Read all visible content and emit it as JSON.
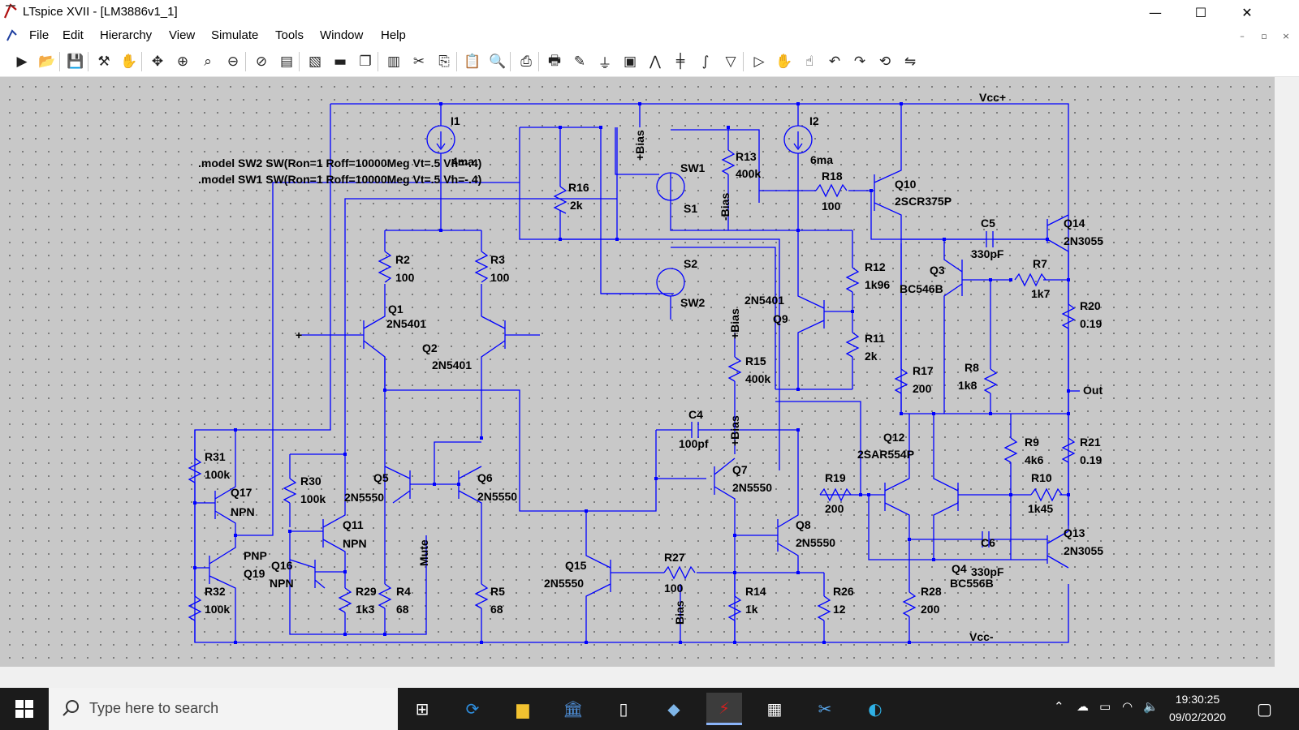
{
  "window": {
    "title": "LTspice XVII - [LM3886v1_1]",
    "minimize_glyph": "—",
    "maximize_glyph": "☐",
    "close_glyph": "✕"
  },
  "menu": {
    "items": [
      "File",
      "Edit",
      "Hierarchy",
      "View",
      "Simulate",
      "Tools",
      "Window",
      "Help"
    ],
    "mdi_minimize": "–",
    "mdi_restore": "▫",
    "mdi_close": "×"
  },
  "toolbar": {
    "icons": [
      "run-icon",
      "open-icon",
      "save-icon",
      "control-panel-icon",
      "halt-icon",
      "pan-icon",
      "zoom-in-icon",
      "zoom-fit-icon",
      "zoom-out-icon",
      "zoom-cancel-icon",
      "autorange-icon",
      "fft-icon",
      "tile-horizontal-icon",
      "cascade-icon",
      "tile-vertical-icon",
      "cut-icon",
      "copy-icon",
      "paste-icon",
      "find-icon",
      "print-preview-icon",
      "print-icon",
      "draw-wire-icon",
      "ground-icon",
      "label-net-icon",
      "resistor-icon",
      "capacitor-icon",
      "inductor-icon",
      "diode-icon",
      "component-icon",
      "move-icon",
      "drag-icon",
      "undo-icon",
      "redo-icon",
      "rotate-icon",
      "mirror-icon",
      "text-icon",
      "spice-directive-icon"
    ]
  },
  "schematic": {
    "directives": [
      ".model SW2 SW(Ron=1 Roff=10000Meg Vt=.5 Vh=-.4)",
      ".model SW1 SW(Ron=1 Roff=10000Meg Vt=.5 Vh=-.4)"
    ],
    "labels": {
      "I1": "I1",
      "I1_val": "4ma",
      "I2": "I2",
      "I2_val": "6ma",
      "R13": "R13",
      "R13_val": "400k",
      "R18": "R18",
      "R18_val": "100",
      "Q10": "Q10",
      "Q10_model": "2SCR375P",
      "Vcc_plus": "Vcc+",
      "SW1": "SW1",
      "S1": "S1",
      "S2": "S2",
      "SW2": "SW2",
      "R16": "R16",
      "R16_val": "2k",
      "plusBias1": "+Bias",
      "minusBias1": "-Bias",
      "Q14": "Q14",
      "Q14_model": "2N3055",
      "C5": "C5",
      "C5_val": "330pF",
      "R2": "R2",
      "R2_val": "100",
      "R3": "R3",
      "R3_val": "100",
      "R12": "R12",
      "R12_val": "1k96",
      "Q3": "Q3",
      "Q3_model": "BC546B",
      "R7": "R7",
      "R7_val": "1k7",
      "Q1": "Q1",
      "Q1_model": "2N5401",
      "Q9_model": "2N5401",
      "Q9": "Q9",
      "R20": "R20",
      "R20_val": "0.19",
      "Q2": "Q2",
      "Q2_model": "2N5401",
      "plusBias2": "+Bias",
      "R11": "R11",
      "R11_val": "2k",
      "R15": "R15",
      "R15_val": "400k",
      "R17": "R17",
      "R17_val": "200",
      "R8": "R8",
      "R8_val": "1k8",
      "Out": "Out",
      "C4": "C4",
      "C4_val": "100pf",
      "plusBias3": "+Bias",
      "Q12": "Q12",
      "Q12_model": "2SAR554P",
      "R9": "R9",
      "R9_val": "4k6",
      "R21": "R21",
      "R21_val": "0.19",
      "R31": "R31",
      "R31_val": "100k",
      "R30": "R30",
      "R30_val": "100k",
      "Q5": "Q5",
      "Q5_model": "2N5550",
      "Q6": "Q6",
      "Q6_model": "2N5550",
      "Q7": "Q7",
      "Q7_model": "2N5550",
      "R19": "R19",
      "R19_val": "200",
      "R10": "R10",
      "R10_val": "1k45",
      "Q17": "Q17",
      "Q17_type": "NPN",
      "Q11": "Q11",
      "Q11_type": "NPN",
      "Q8": "Q8",
      "Q8_model": "2N5550",
      "Q13": "Q13",
      "Q13_model": "2N3055",
      "PNP": "PNP",
      "Q16": "Q16",
      "Q19": "Q19",
      "Q16_type": "NPN",
      "Mute": "Mute",
      "Q15": "Q15",
      "Q15_model": "2N5550",
      "R27": "R27",
      "R27_val": "100",
      "C6": "C6",
      "C6_val": "330pF",
      "Q4": "Q4",
      "Q4_model": "BC556B",
      "R32": "R32",
      "R32_val": "100k",
      "R29": "R29",
      "R29_val": "1k3",
      "R4": "R4",
      "R4_val": "68",
      "R5": "R5",
      "R5_val": "68",
      "Bias_net": "Bias",
      "R14": "R14",
      "R14_val": "1k",
      "R26": "R26",
      "R26_val": "12",
      "R28": "R28",
      "R28_val": "200",
      "Vcc_minus": "Vcc-",
      "plus_in": "+"
    }
  },
  "taskbar": {
    "search_placeholder": "Type here to search",
    "clock_time": "19:30:25",
    "clock_date": "09/02/2020",
    "apps": [
      "task-view-icon",
      "refresh-app-icon",
      "file-explorer-icon",
      "bank-icon",
      "document-icon",
      "notepad-icon",
      "ltspice-icon",
      "calculator-icon",
      "snipping-icon",
      "edge-icon"
    ]
  }
}
